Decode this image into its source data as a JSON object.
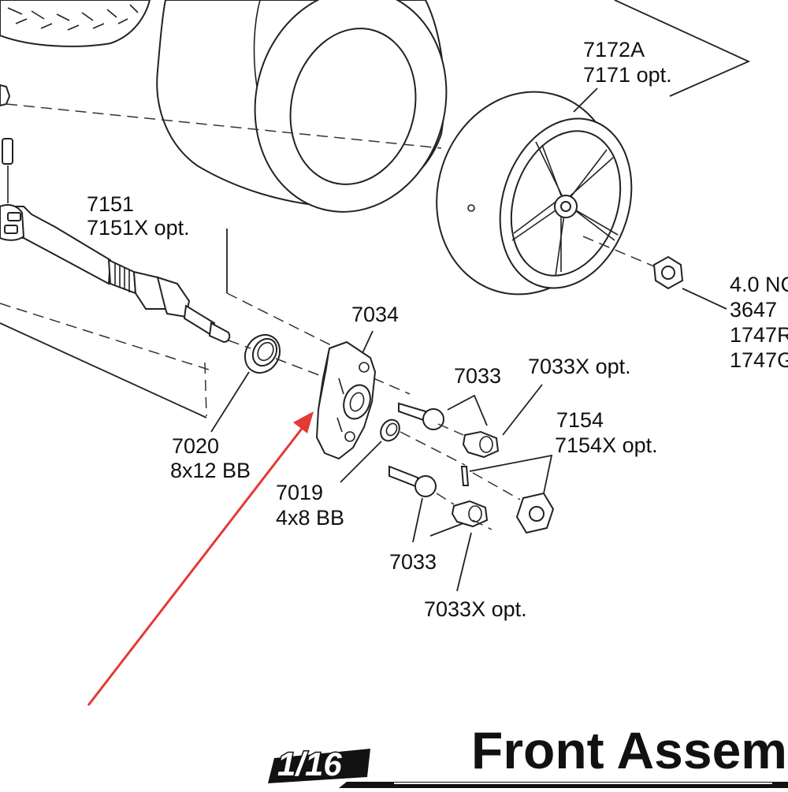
{
  "diagram": {
    "callouts": {
      "wheel": [
        "7172A",
        "7171 opt."
      ],
      "nut": [
        "4.0 NC",
        "3647",
        "1747R",
        "1747G"
      ],
      "driveshaft": [
        "7151",
        "7151X opt."
      ],
      "carrier": [
        "7034"
      ],
      "bearing_large": [
        "7020",
        "8x12 BB"
      ],
      "bearing_small": [
        "7019",
        "4x8 BB"
      ],
      "pivot_upper": [
        "7033"
      ],
      "pivot_upper_opt": [
        "7033X opt."
      ],
      "pin_hex": [
        "7154",
        "7154X opt."
      ],
      "pivot_lower": [
        "7033"
      ],
      "pivot_lower_opt": [
        "7033X opt."
      ]
    },
    "footer": {
      "title": "Front Assem",
      "logo": "1/16"
    },
    "colors": {
      "line": "#222222",
      "arrow": "#e53935",
      "background": "#ffffff"
    }
  }
}
